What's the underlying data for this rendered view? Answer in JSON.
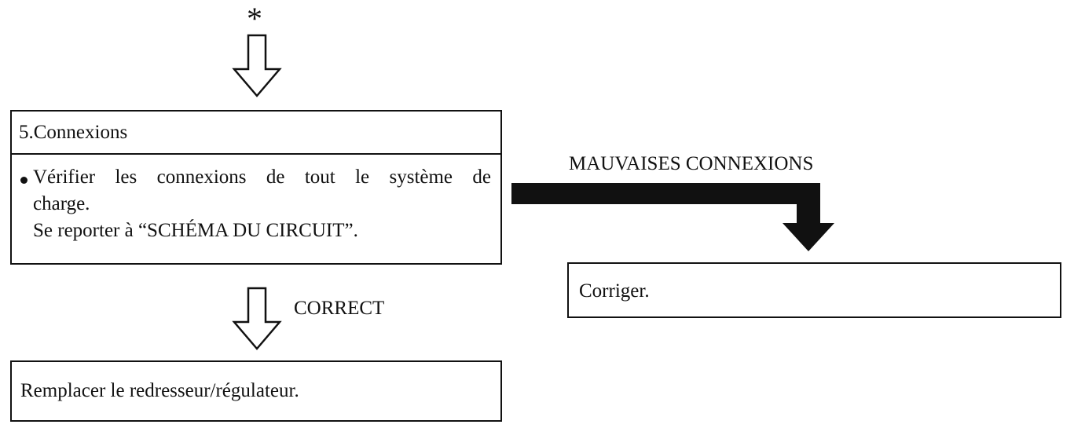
{
  "start_marker": "*",
  "step": {
    "title": "5.Connexions",
    "bullet_line1": "Vérifier les connexions de tout le système de",
    "bullet_line2": "charge.",
    "note": "Se reporter à “SCHÉMA DU CIRCUIT”."
  },
  "branches": {
    "bad_label": "MAUVAISES CONNEXIONS",
    "ok_label": "CORRECT"
  },
  "actions": {
    "fix": "Corriger.",
    "replace": "Remplacer le redresseur/régulateur."
  },
  "colors": {
    "ink": "#111111",
    "background": "#ffffff"
  }
}
